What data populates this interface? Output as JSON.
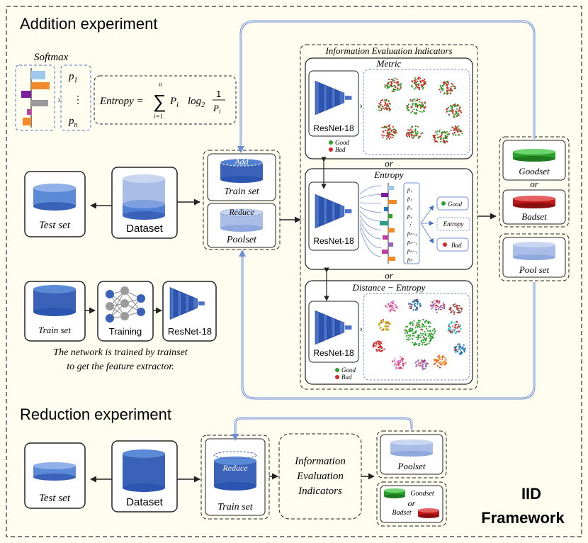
{
  "sections": {
    "addition_title": "Addition experiment",
    "reduction_title": "Reduction experiment"
  },
  "softmax": {
    "label": "Softmax",
    "p1": "p",
    "p1_sub": "1",
    "dots": "⋮",
    "pn": "p",
    "pn_sub": "n",
    "entropy_lhs": "Entropy = ",
    "sum_top": "n",
    "sum_bottom": "i=1",
    "entropy_rhs": "P",
    "entropy_rhs_sub": "i",
    "log": "log",
    "log_sub": "2",
    "frac_num": "1",
    "frac_den": "P",
    "frac_den_sub": "i"
  },
  "addition": {
    "test_set": "Test set",
    "dataset": "Dataset",
    "add": "Add",
    "train_set": "Train set",
    "reduce": "Reduce",
    "poolset": "Poolset",
    "train_set_2": "Train set",
    "training": "Training",
    "resnet": "ResNet-18",
    "caption_line1": "The network is trained by trainset",
    "caption_line2": "to get the feature extractor."
  },
  "iei": {
    "title": "Information Evaluation Indicators",
    "metric": "Metric",
    "or1": "or",
    "entropy": "Entropy",
    "or2": "or",
    "distance_entropy": "Distance − Entropy",
    "resnet": "ResNet-18",
    "legend_good": "Good",
    "legend_bad": "Bad",
    "entropy_labels": [
      "p₁",
      "p₂",
      "p₃",
      "p₄",
      "⋮",
      "pₙ₋₃",
      "pₙ₋₂",
      "pₙ₋₁",
      "pₙ"
    ],
    "good_btn": "Good",
    "entropy_btn": "Entropy",
    "bad_btn": "Bad"
  },
  "right": {
    "goodset": "Goodset",
    "or": "or",
    "badset": "Badset",
    "pool_set": "Pool set"
  },
  "reduction": {
    "test_set": "Test set",
    "dataset": "Dataset",
    "reduce": "Reduce",
    "train_set": "Train set",
    "iei_line1": "Information",
    "iei_line2": "Evaluation",
    "iei_line3": "Indicators",
    "poolset": "Poolset",
    "goodset": "Goodset",
    "or": "or",
    "badset": "Badset"
  },
  "framework": {
    "line1": "IID",
    "line2": "Framework"
  },
  "colors": {
    "background": "#fefdf0",
    "blue_dark": "#3a62b8",
    "blue_light": "#a9bde6",
    "arrow_blue": "#6d8fd6",
    "good": "#2ca02c",
    "bad": "#d62728"
  }
}
